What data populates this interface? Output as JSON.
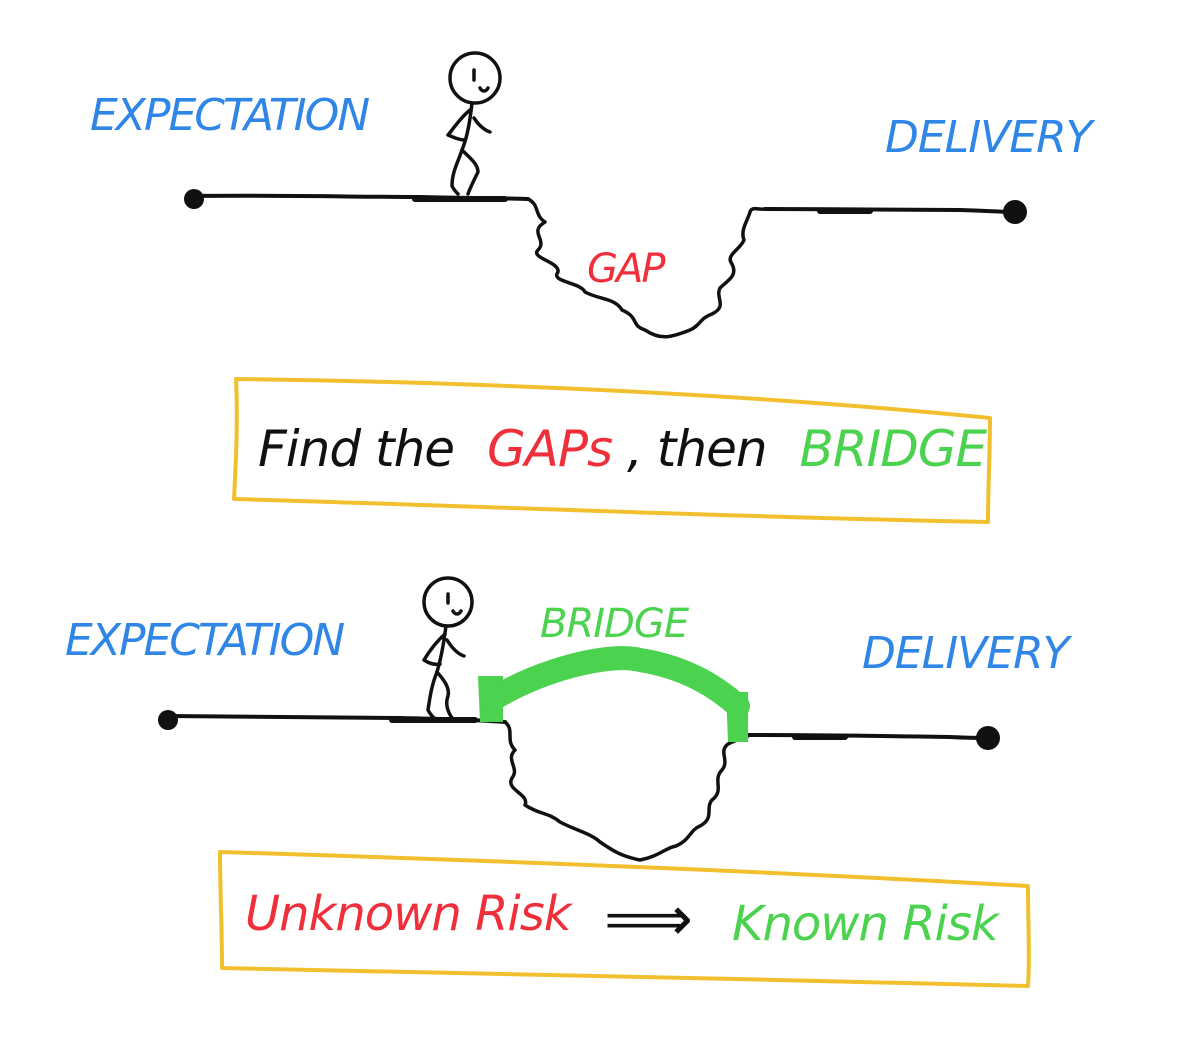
{
  "colors": {
    "ink": "#111111",
    "expectation_delivery": "#2f86e6",
    "gap_risk": "#ef2f3a",
    "bridge": "#4bd34f",
    "box_border": "#f2c02e"
  },
  "top_scene": {
    "left_label": "EXPECTATION",
    "right_label": "DELIVERY",
    "gap_label": "GAP"
  },
  "message_box": {
    "part1": "Find the",
    "part2": "GAPs",
    "part3": ", then",
    "part4": "BRIDGE"
  },
  "bottom_scene": {
    "left_label": "EXPECTATION",
    "right_label": "DELIVERY",
    "bridge_label": "BRIDGE"
  },
  "risk_box": {
    "from": "Unknown Risk",
    "arrow": "⟹",
    "to": "Known Risk"
  }
}
